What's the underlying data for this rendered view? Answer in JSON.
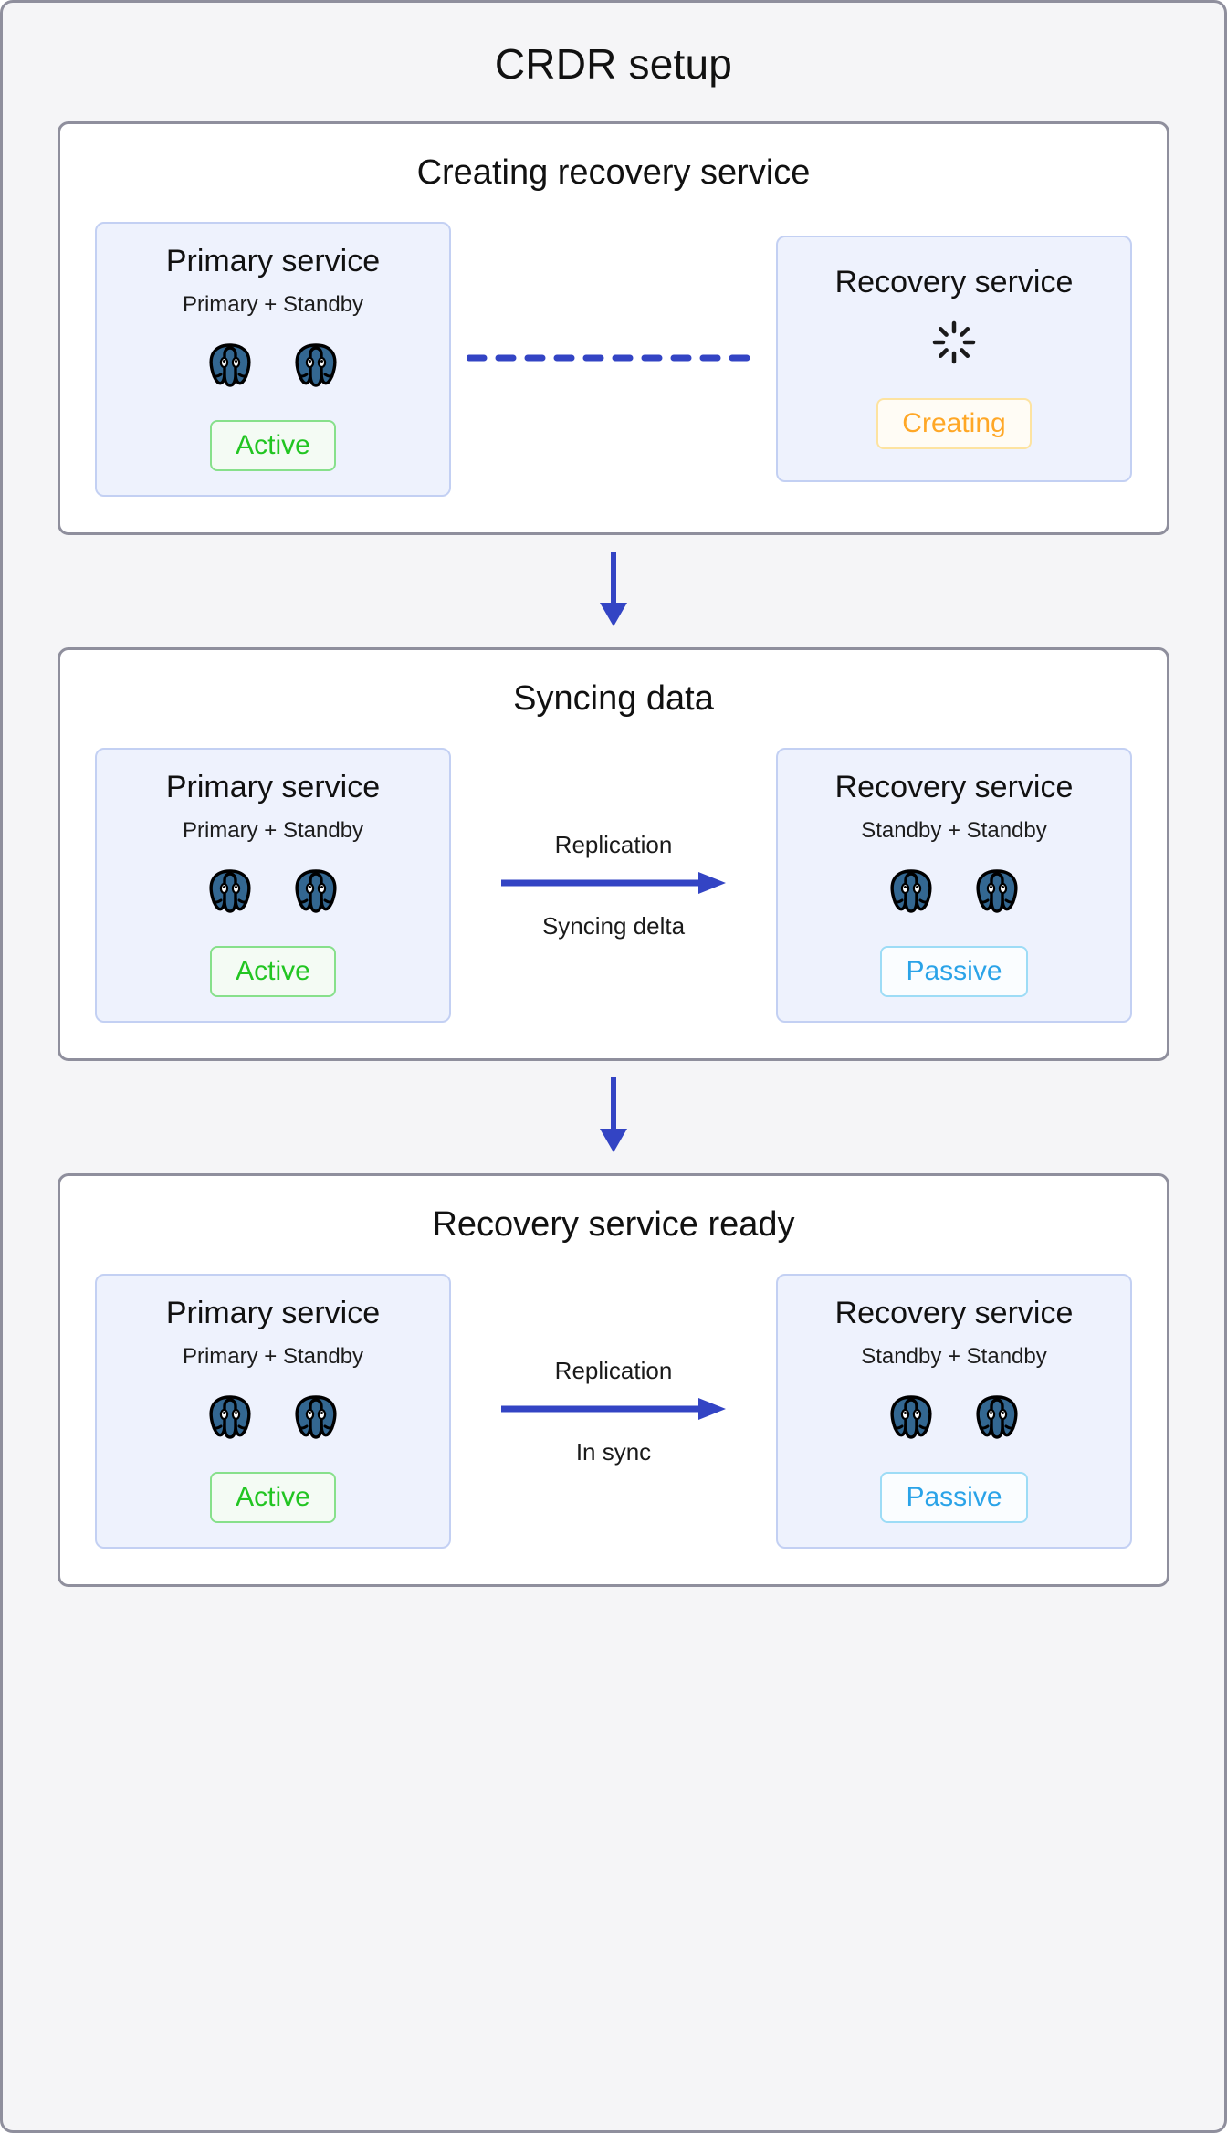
{
  "title": "CRDR setup",
  "colors": {
    "page_background": "#f5f5f7",
    "panel_border": "#8f8f9d",
    "card_background": "#eef2fd",
    "card_border": "#c3d0f3",
    "arrow_blue": "#3344c4",
    "active_green": "#22c522",
    "passive_blue": "#2aa3e8",
    "creating_orange": "#ffa726",
    "postgres_blue": "#336791"
  },
  "stages": [
    {
      "title": "Creating recovery service",
      "left_card": {
        "title": "Primary service",
        "subtitle": "Primary + Standby",
        "nodes": 2,
        "node_icon": "postgres-elephant-icon",
        "badge": "Active",
        "badge_style": "active"
      },
      "connector": {
        "style": "dashed",
        "label_top": "",
        "label_bottom": "",
        "arrowhead": false
      },
      "right_card": {
        "title": "Recovery service",
        "subtitle": "",
        "nodes": 0,
        "node_icon": "spinner-icon",
        "badge": "Creating",
        "badge_style": "creating"
      }
    },
    {
      "title": "Syncing data",
      "left_card": {
        "title": "Primary service",
        "subtitle": "Primary + Standby",
        "nodes": 2,
        "node_icon": "postgres-elephant-icon",
        "badge": "Active",
        "badge_style": "active"
      },
      "connector": {
        "style": "solid",
        "label_top": "Replication",
        "label_bottom": "Syncing delta",
        "arrowhead": true
      },
      "right_card": {
        "title": "Recovery service",
        "subtitle": "Standby + Standby",
        "nodes": 2,
        "node_icon": "postgres-elephant-icon",
        "badge": "Passive",
        "badge_style": "passive"
      }
    },
    {
      "title": "Recovery service ready",
      "left_card": {
        "title": "Primary service",
        "subtitle": "Primary + Standby",
        "nodes": 2,
        "node_icon": "postgres-elephant-icon",
        "badge": "Active",
        "badge_style": "active"
      },
      "connector": {
        "style": "solid",
        "label_top": "Replication",
        "label_bottom": "In sync",
        "arrowhead": true
      },
      "right_card": {
        "title": "Recovery service",
        "subtitle": "Standby + Standby",
        "nodes": 2,
        "node_icon": "postgres-elephant-icon",
        "badge": "Passive",
        "badge_style": "passive"
      }
    }
  ],
  "flow_arrows": [
    "down-arrow-icon",
    "down-arrow-icon"
  ]
}
